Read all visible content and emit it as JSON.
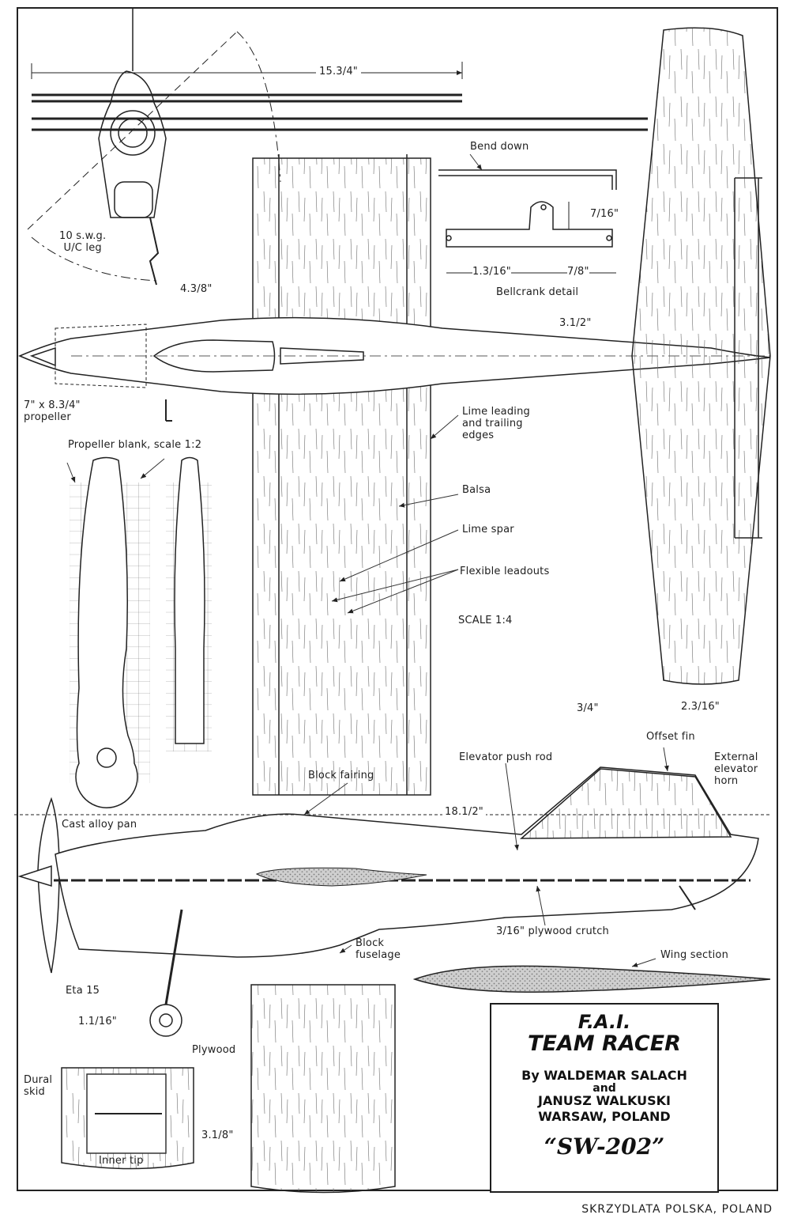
{
  "labels": {
    "span": "15.3/4\"",
    "uc_leg": "10 s.w.g.\nU/C leg",
    "bend_down": "Bend down",
    "bell_716": "7/16\"",
    "bell_1316": "1.3/16\"",
    "bell_78": "7/8\"",
    "bellcrank": "Bellcrank detail",
    "chord": "4.3/8\"",
    "tail_chord": "3.1/2\"",
    "prop_size": "7\" x 8.3/4\"\npropeller",
    "prop_blank": "Propeller blank, scale 1:2",
    "lime_edges": "Lime leading\nand trailing\nedges",
    "balsa": "Balsa",
    "lime_spar": "Lime spar",
    "leadouts": "Flexible leadouts",
    "scale": "SCALE 1:4",
    "tail_34": "3/4\"",
    "tail_2316": "2.3/16\"",
    "offset_fin": "Offset fin",
    "push_rod": "Elevator push rod",
    "ext_horn": "External\nelevator\nhorn",
    "block_fairing": "Block fairing",
    "length": "18.1/2\"",
    "cast_pan": "Cast alloy pan",
    "crutch": "3/16\" plywood crutch",
    "block_fuselage": "Block\nfuselage",
    "wing_section": "Wing section",
    "eta": "Eta 15",
    "wheel": "1.1/16\"",
    "plywood": "Plywood",
    "dural_skid": "Dural\nskid",
    "tip_chord": "3.1/8\"",
    "inner_tip": "Inner tip"
  },
  "title": {
    "line1": "F.A.I.",
    "line2": "TEAM RACER",
    "by": "By WALDEMAR SALACH",
    "and": "and",
    "author2": "JANUSZ WALKUSKI",
    "place": "WARSAW, POLAND",
    "model": "“SW-202”"
  },
  "credit": "SKRZYDLATA POLSKA, POLAND"
}
